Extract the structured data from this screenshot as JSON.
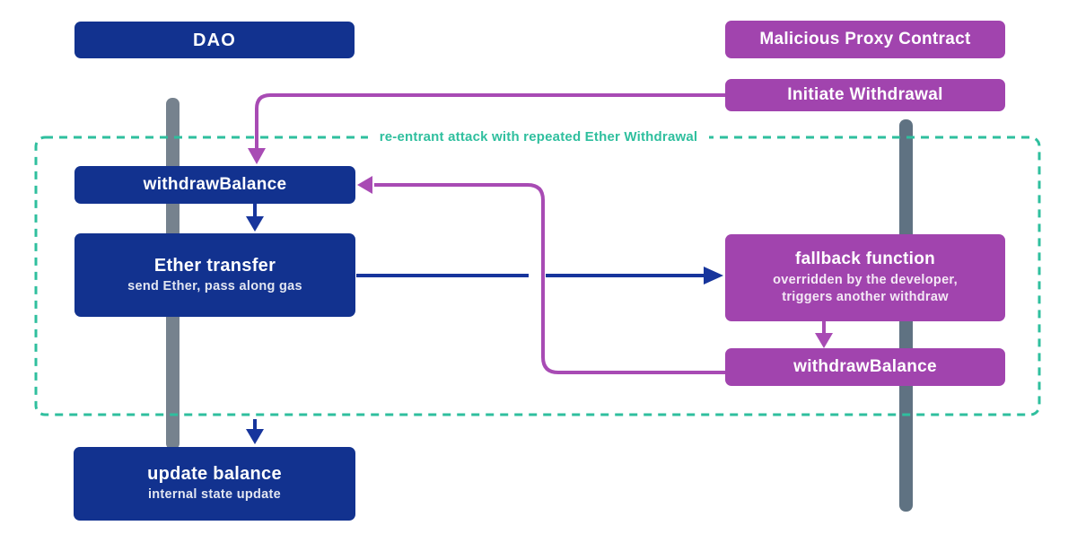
{
  "colors": {
    "blue_box": "#12328f",
    "blue_line": "#17359c",
    "purple_box": "#a144ae",
    "purple_line": "#a84bb4",
    "teal": "#2fbf9e",
    "lifeline_left_gray": "#76828e",
    "lifeline_right_gray": "#5f7282"
  },
  "actors": {
    "dao": {
      "label": "DAO"
    },
    "proxy": {
      "label": "Malicious Proxy Contract"
    }
  },
  "nodes": {
    "initiate": {
      "label": "Initiate Withdrawal"
    },
    "withdraw_left": {
      "label": "withdrawBalance"
    },
    "ether_transfer": {
      "label": "Ether transfer",
      "sublabel": "send Ether, pass along gas"
    },
    "fallback": {
      "label": "fallback function",
      "sublabel": "overridden by the developer, triggers another withdraw"
    },
    "withdraw_right": {
      "label": "withdrawBalance"
    },
    "update_balance": {
      "label": "update balance",
      "sublabel": "internal state update"
    }
  },
  "annotation": {
    "region_label": "re-entrant attack with repeated Ether Withdrawal"
  }
}
